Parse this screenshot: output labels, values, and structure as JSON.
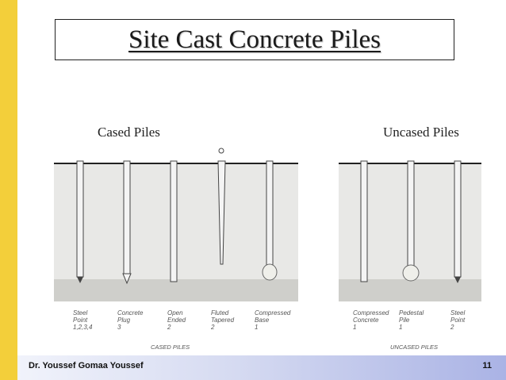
{
  "slide": {
    "title": "Site Cast Concrete Piles",
    "cased_heading": "Cased Piles",
    "uncased_heading": "Uncased Piles",
    "footer_author": "Dr. Youssef  Gomaa Youssef",
    "page_number": "11"
  },
  "diagram": {
    "cased_group_label": "CASED PILES",
    "uncased_group_label": "UNCASED PILES",
    "cased_piles": [
      {
        "line1": "Steel",
        "line2": "Point",
        "line3": "1,2,3,4"
      },
      {
        "line1": "Concrete",
        "line2": "Plug",
        "line3": "3"
      },
      {
        "line1": "Open",
        "line2": "Ended",
        "line3": "2"
      },
      {
        "line1": "Fluted",
        "line2": "Tapered",
        "line3": "2"
      },
      {
        "line1": "Compressed",
        "line2": "Base",
        "line3": "1"
      }
    ],
    "uncased_piles": [
      {
        "line1": "Compressed",
        "line2": "Concrete",
        "line3": "1"
      },
      {
        "line1": "Pedestal",
        "line2": "Pile",
        "line3": "1"
      },
      {
        "line1": "Steel",
        "line2": "Point",
        "line3": "2"
      }
    ]
  },
  "colors": {
    "side_bar": "#f3cf3a",
    "soil_upper": "#e8e8e6",
    "soil_lower": "#cfcfcb"
  }
}
